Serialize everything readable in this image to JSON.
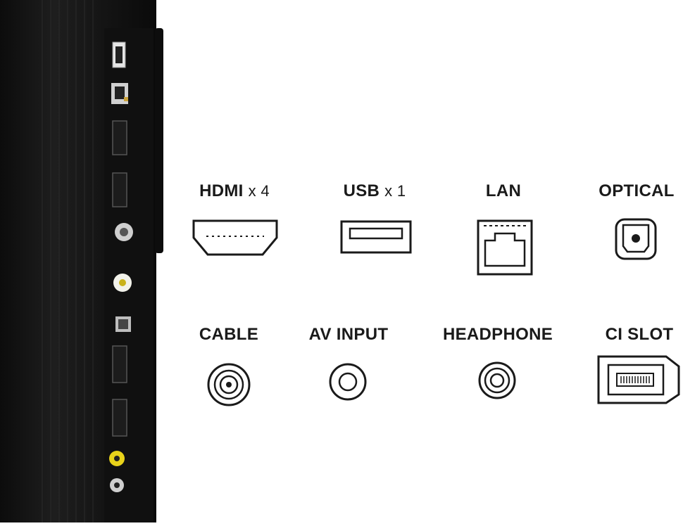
{
  "ports": [
    {
      "id": "hdmi",
      "name": "HDMI",
      "multiplier": "x 4",
      "icon": "hdmi-port-icon"
    },
    {
      "id": "usb",
      "name": "USB",
      "multiplier": "x 1",
      "icon": "usb-port-icon"
    },
    {
      "id": "lan",
      "name": "LAN",
      "multiplier": "",
      "icon": "lan-port-icon"
    },
    {
      "id": "optical",
      "name": "OPTICAL",
      "multiplier": "",
      "icon": "optical-port-icon"
    },
    {
      "id": "cable",
      "name": "CABLE",
      "multiplier": "",
      "icon": "cable-port-icon"
    },
    {
      "id": "av",
      "name": "AV INPUT",
      "multiplier": "",
      "icon": "av-input-port-icon"
    },
    {
      "id": "headphone",
      "name": "HEADPHONE",
      "multiplier": "",
      "icon": "headphone-port-icon"
    },
    {
      "id": "ci",
      "name": "CI SLOT",
      "multiplier": "",
      "icon": "ci-slot-icon"
    }
  ],
  "colors": {
    "tv_body": "#141414",
    "port_yellow": "#e8d21a",
    "label_text": "#1a1a1a"
  }
}
